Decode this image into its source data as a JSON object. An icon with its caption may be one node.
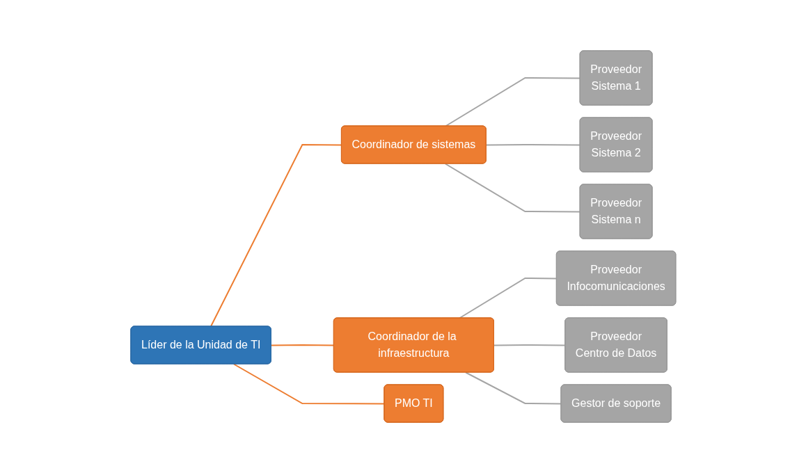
{
  "diagram": {
    "nodes": [
      {
        "text": [
          "Líder de la Unidad de TI"
        ]
      },
      {
        "text": [
          "Coordinador de sistemas"
        ]
      },
      {
        "text": [
          "Coordinador de la infraestructura"
        ]
      },
      {
        "text": [
          "PMO TI"
        ]
      },
      {
        "text": [
          "Proveedor",
          "Sistema 1"
        ]
      },
      {
        "text": [
          "Proveedor",
          "Sistema 2"
        ]
      },
      {
        "text": [
          "Proveedor",
          "Sistema n"
        ]
      },
      {
        "text": [
          "Proveedor",
          "Infocomunicaciones"
        ]
      },
      {
        "text": [
          "Proveedor",
          "Centro de Datos"
        ]
      },
      {
        "text": [
          "Gestor de soporte"
        ]
      }
    ],
    "edges": [
      {
        "from": 0,
        "to": 1,
        "arrow": "none",
        "color": "#ed7d31"
      },
      {
        "from": 0,
        "to": 2,
        "arrow": "none",
        "color": "#ed7d31"
      },
      {
        "from": 0,
        "to": 3,
        "arrow": "none",
        "color": "#ed7d31"
      },
      {
        "from": 1,
        "to": 4,
        "arrow": "none"
      },
      {
        "from": 1,
        "to": 5,
        "arrow": "none"
      },
      {
        "from": 1,
        "to": 6,
        "arrow": "none"
      },
      {
        "from": 2,
        "to": 7,
        "arrow": "none"
      },
      {
        "from": 2,
        "to": 8,
        "arrow": "none"
      },
      {
        "from": 2,
        "to": 9,
        "arrow": "none"
      }
    ]
  }
}
